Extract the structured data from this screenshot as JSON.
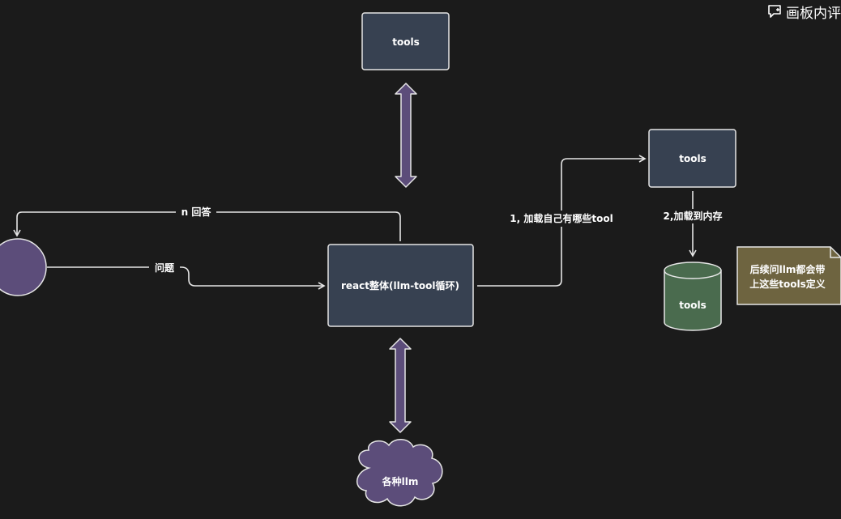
{
  "toolbar": {
    "comment_label": "画板内评",
    "comment_icon": "comment-add-icon"
  },
  "diagram": {
    "nodes": {
      "tools_top": "tools",
      "react_core": "react整体(llm-tool循环)",
      "tools_right": "tools",
      "memory_store": "tools",
      "llm_cloud": "各种llm",
      "user_circle": "",
      "note": [
        "后续问llm都会带",
        "上这些tools定义"
      ]
    },
    "edges": {
      "answer": "n 回答",
      "question": "问题",
      "load_tools": "1, 加载自己有哪些tool",
      "load_memory": "2,加载到内存"
    },
    "colors": {
      "background": "#1b1b1b",
      "box_fill": "#374151",
      "stroke": "#e6e6e6",
      "purple": "#5c4d7a",
      "green": "#4a6b4e",
      "note": "#6e6440"
    }
  }
}
